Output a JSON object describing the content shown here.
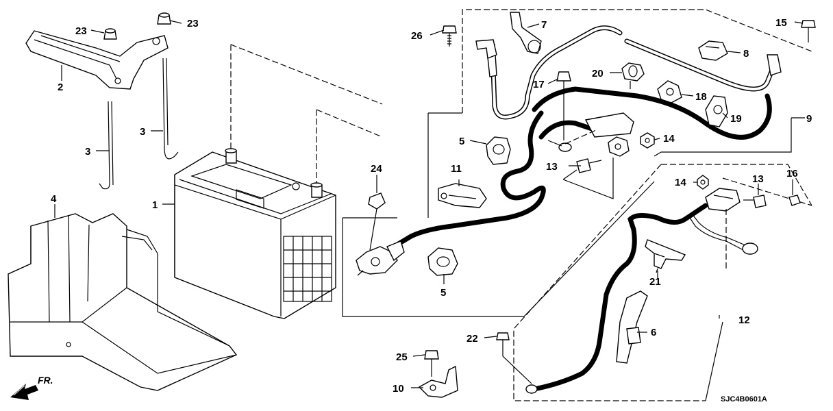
{
  "labels": {
    "p1": "1",
    "p2": "2",
    "p3a": "3",
    "p3b": "3",
    "p4": "4",
    "p5a": "5",
    "p5b": "5",
    "p6": "6",
    "p7": "7",
    "p8": "8",
    "p9": "9",
    "p10": "10",
    "p11": "11",
    "p12": "12",
    "p13a": "13",
    "p13b": "13",
    "p14a": "14",
    "p14b": "14",
    "p15": "15",
    "p16": "16",
    "p17": "17",
    "p18": "18",
    "p19": "19",
    "p20": "20",
    "p21": "21",
    "p22": "22",
    "p23a": "23",
    "p23b": "23",
    "p24": "24",
    "p25": "25",
    "p26": "26"
  },
  "direction": "FR.",
  "diagram_code": "SJC4B0601A"
}
